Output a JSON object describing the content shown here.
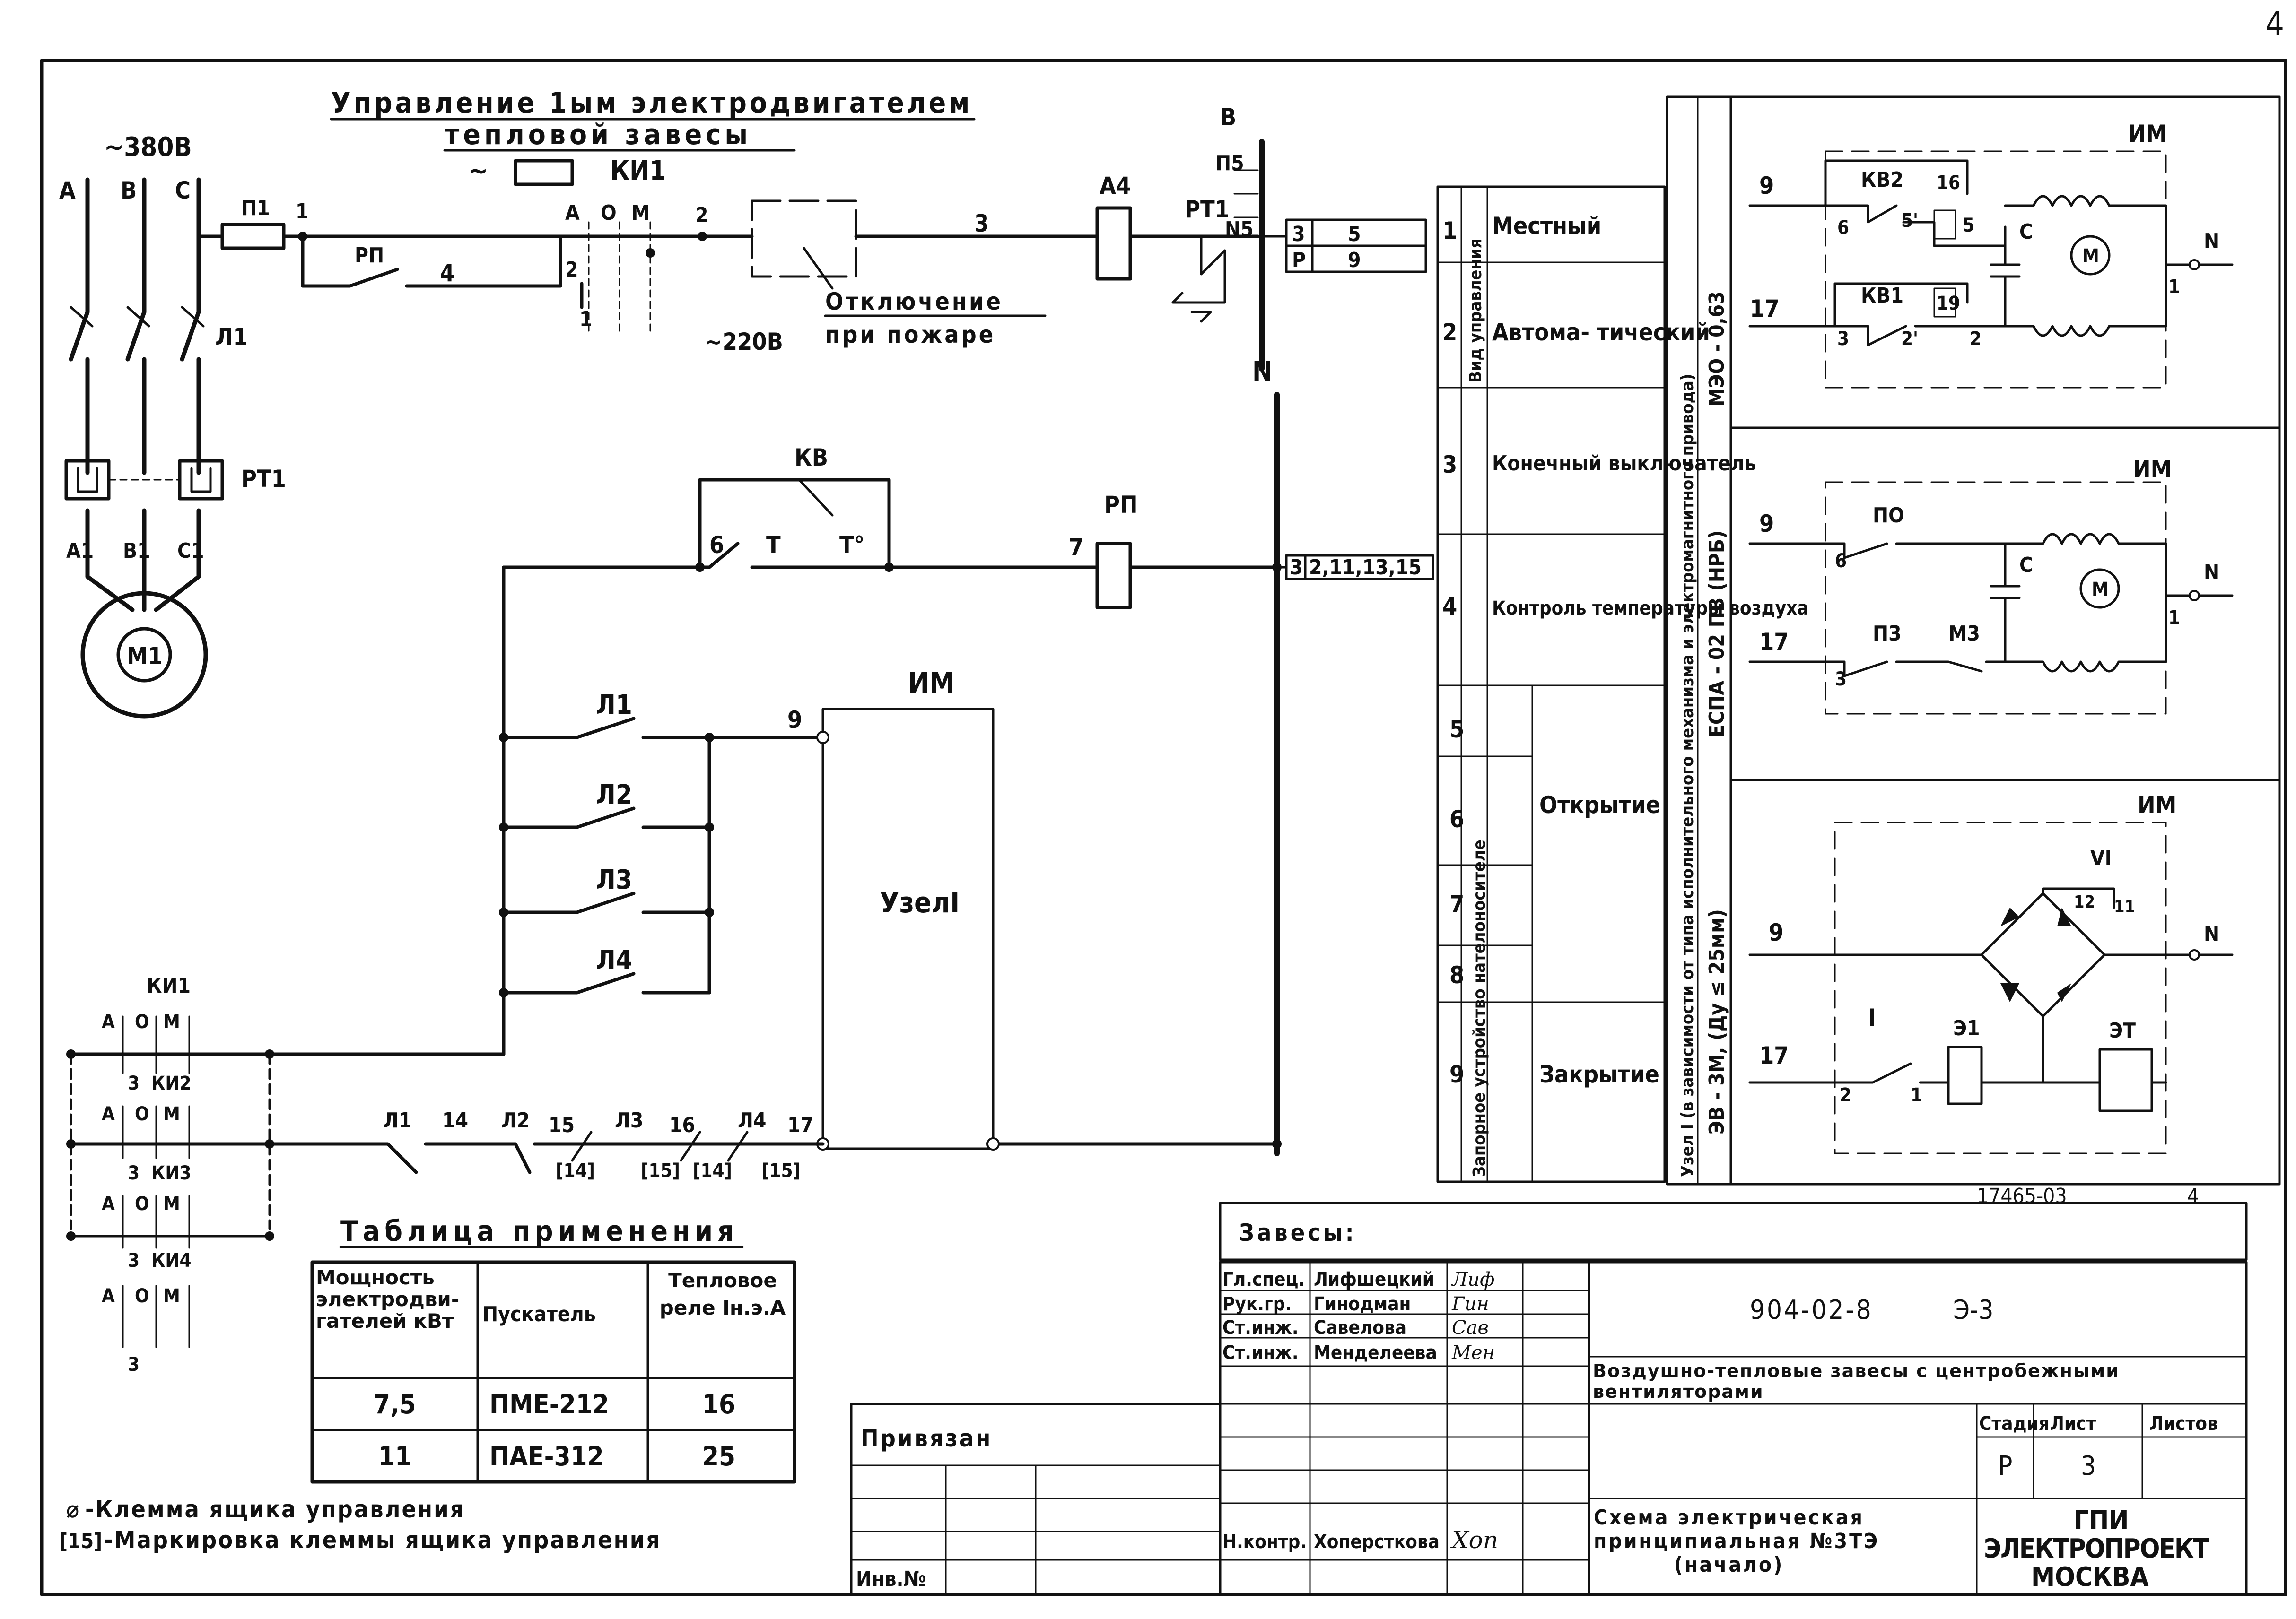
{
  "page_number": "4",
  "main_title_1": "Управление 1ым электродвигателем",
  "main_title_2": "тепловой завесы",
  "voltage_380": "~380В",
  "phases": [
    "А",
    "В",
    "С"
  ],
  "labels": {
    "p1": "П1",
    "node1": "1",
    "rp_coil_top": "РП",
    "wire4": "4",
    "ki1": "КИ1",
    "ki1_approx": "~",
    "aom_a": "А",
    "aom_o": "О",
    "aom_m": "М",
    "aom_2": "2",
    "aom_t1": "1",
    "node2": "2",
    "node3": "3",
    "a4_relay": "А4",
    "rt1_top": "РТ1",
    "v_label": "В",
    "p5": "П5",
    "n5": "N5",
    "box3": "3",
    "box5": "5",
    "boxP": "Р",
    "box9": "9",
    "shutdown": "Отключение",
    "on_fire": "при пожаре",
    "v220": "~220В",
    "l1_contacts": "Л1",
    "rt1_side": "РТ1",
    "a1": "А1",
    "v1": "В1",
    "s1": "С1",
    "motor": "М1",
    "n_bus": "N",
    "kv": "КВ",
    "node6": "6",
    "t_left": "Т",
    "t_right": "Т°",
    "rp_coil": "РП",
    "node7": "7",
    "bus_box_a": "3",
    "bus_box_b": "2,11,13,15",
    "im": "ИМ",
    "node9": "9",
    "uzel": "УзелI",
    "l_contacts": [
      "Л1",
      "Л2",
      "Л3",
      "Л4"
    ],
    "bottom_chain": [
      "Л1",
      "14",
      "Л2",
      "15",
      "Л3",
      "16",
      "Л4",
      "17"
    ],
    "terminals_bottom": [
      "[14]",
      "[15]",
      "[14]",
      "[15]"
    ],
    "kis": [
      "КИ1",
      "КИ2",
      "КИ3",
      "КИ4"
    ],
    "aom_left": [
      "А",
      "О",
      "М"
    ],
    "ki_num3": "3"
  },
  "control_table": {
    "side_a": "Вид управления",
    "side_b": "Запорное устройство нателоносителе",
    "rows": [
      {
        "n": "1",
        "text": "Местный"
      },
      {
        "n": "2",
        "text": "Автома- тический"
      },
      {
        "n": "3",
        "text": "Конечный выключатель"
      },
      {
        "n": "4",
        "text": "Контроль температуры воздуха"
      },
      {
        "n": "5",
        "text": ""
      },
      {
        "n": "6",
        "text": "Открытие"
      },
      {
        "n": "7",
        "text": ""
      },
      {
        "n": "8",
        "text": ""
      },
      {
        "n": "9",
        "text": "Закрытие"
      }
    ]
  },
  "uzel_side": {
    "main": "Узел I (в зависимости от типа исполнительного механизма и электромагнитного привода)",
    "p1": "МЭО - 0,63",
    "p2": "ЕСПА - 02 ПВ (НРБ)",
    "p3": "ЭВ - 3М, (Ду ≤ 25мм)"
  },
  "panel1": {
    "im": "ИМ",
    "t9": "9",
    "t17": "17",
    "kv2": "КВ2",
    "kv1": "КВ1",
    "t16": "16",
    "t19": "19",
    "t6": "6",
    "t5a": "5'",
    "t5": "5",
    "t3": "3",
    "t2a": "2'",
    "t2": "2",
    "c": "С",
    "m": "М",
    "n": "N",
    "one": "1"
  },
  "panel2": {
    "im": "ИМ",
    "t9": "9",
    "t17": "17",
    "po": "ПО",
    "p3": "П3",
    "m3": "М3",
    "t6": "6",
    "t3": "3",
    "c": "С",
    "m": "М",
    "n": "N",
    "one": "1"
  },
  "panel3": {
    "im": "ИМ",
    "t9": "9",
    "t17": "17",
    "one_roman": "I",
    "t2": "2",
    "t1": "1",
    "e1": "Э1",
    "et": "ЭТ",
    "vi": "VI",
    "t12": "12",
    "t11": "11",
    "n": "N"
  },
  "doc_code": "17465-03",
  "doc_sheet": "4",
  "zavesy": "Завесы:",
  "application_table": {
    "title": "Таблица применения",
    "headers": [
      "Мощность электродви- гателей кВт",
      "Пускатель",
      "Тепловое реле Iн.э.А"
    ],
    "rows": [
      [
        "7,5",
        "ПМЕ-212",
        "16"
      ],
      [
        "11",
        "ПАЕ-312",
        "25"
      ]
    ]
  },
  "legend": [
    {
      "symbol": "⌀",
      "text": "-Клемма ящика управления"
    },
    {
      "symbol": "[15]",
      "text": "-Маркировка клеммы ящика управления"
    }
  ],
  "stamp": {
    "roles": [
      "Гл.спец.",
      "Рук.гр.",
      "Ст.инж.",
      "Ст.инж."
    ],
    "names": [
      "Лифшецкий",
      "Гинодман",
      "Савелова",
      "Менделеева"
    ],
    "signatures": [
      "Лиф",
      "Гин",
      "Сав",
      "Мен"
    ],
    "nkontr_role": "Н.контр.",
    "nkontr_name": "Хоперсткова",
    "nkontr_sig": "Хоп",
    "privyazan": "Привязан",
    "inv": "Инв.№",
    "code": "904-02-8",
    "sub_code": "Э-3",
    "project": "Воздушно-тепловые завесы с центробежными вентиляторами",
    "stage_h": "Стадия",
    "sheet_h": "Лист",
    "sheets_h": "Листов",
    "stage": "Р",
    "sheet": "3",
    "sheets": "",
    "drawing_1": "Схема электрическая",
    "drawing_2": "принципиальная №3ТЭ",
    "drawing_3": "(начало)",
    "org_1": "ГПИ",
    "org_2": "ЭЛЕКТРОПРОЕКТ",
    "org_3": "МОСКВА"
  }
}
